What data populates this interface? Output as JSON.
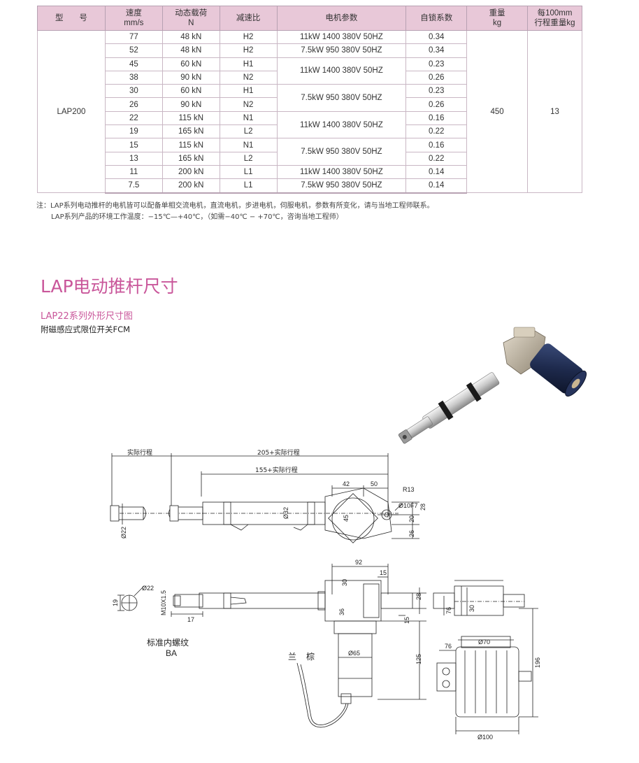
{
  "table": {
    "headers": {
      "model": "型　　号",
      "speed": [
        "速度",
        "mm/s"
      ],
      "load": [
        "动态载荷",
        "N"
      ],
      "ratio": "减速比",
      "motor": "电机参数",
      "lock": "自锁系数",
      "weight": [
        "重量",
        "kg"
      ],
      "stroke_weight": [
        "每100mm",
        "行程重量kg"
      ]
    },
    "model": "LAP200",
    "weight": "450",
    "stroke_weight": "13",
    "rows": [
      {
        "speed": "77",
        "load": "48 kN",
        "ratio": "H2",
        "lock": "0.34"
      },
      {
        "speed": "52",
        "load": "48 kN",
        "ratio": "H2",
        "lock": "0.34"
      },
      {
        "speed": "45",
        "load": "60 kN",
        "ratio": "H1",
        "lock": "0.23"
      },
      {
        "speed": "38",
        "load": "90 kN",
        "ratio": "N2",
        "lock": "0.26"
      },
      {
        "speed": "30",
        "load": "60 kN",
        "ratio": "H1",
        "lock": "0.23"
      },
      {
        "speed": "26",
        "load": "90 kN",
        "ratio": "N2",
        "lock": "0.26"
      },
      {
        "speed": "22",
        "load": "115 kN",
        "ratio": "N1",
        "lock": "0.16"
      },
      {
        "speed": "19",
        "load": "165 kN",
        "ratio": "L2",
        "lock": "0.22"
      },
      {
        "speed": "15",
        "load": "115 kN",
        "ratio": "N1",
        "lock": "0.16"
      },
      {
        "speed": "13",
        "load": "165 kN",
        "ratio": "L2",
        "lock": "0.22"
      },
      {
        "speed": "11",
        "load": "200 kN",
        "ratio": "L1",
        "lock": "0.14"
      },
      {
        "speed": "7.5",
        "load": "200 kN",
        "ratio": "L1",
        "lock": "0.14"
      }
    ],
    "motors": [
      "11kW 1400 380V 50HZ",
      "7.5kW 950 380V 50HZ",
      "11kW 1400 380V 50HZ",
      "7.5kW 950 380V 50HZ",
      "11kW 1400 380V 50HZ",
      "7.5kW 950 380V 50HZ",
      "11kW 1400 380V 50HZ",
      "7.5kW 950 380V 50HZ"
    ]
  },
  "note": {
    "line1": "注：LAP系列电动推杆的电机皆可以配备单相交流电机，直流电机，步进电机，伺服电机，参数有所变化，请与当地工程师联系。",
    "line2": "LAP系列产品的环境工作温度：−15℃—+40℃，（如需−40℃ − +70℃，咨询当地工程师）"
  },
  "section": {
    "title": "LAP电动推杆尺寸",
    "subtitle": "LAP22系列外形尺寸图",
    "desc": "附磁感应式限位开关FCM"
  },
  "drawing": {
    "top_view": {
      "stroke": "实际行程",
      "len205": "205+实际行程",
      "len155": "155+实际行程",
      "d42": "42",
      "d50": "50",
      "r13": "R13",
      "hole": "Ø10F7",
      "d28": "28",
      "d20": "20",
      "d26": "26",
      "d32": "Ø32",
      "d45": "45",
      "d22": "Ø22"
    },
    "side_view": {
      "d92": "92",
      "d15a": "15",
      "d30": "30",
      "d28": "28",
      "d36": "36",
      "d15b": "15",
      "d125": "125",
      "d65": "Ø65",
      "d22": "Ø22",
      "d19": "19",
      "thread": "M10X1.5",
      "d17": "17",
      "thread_title": "标准内螺纹",
      "thread_code": "BA",
      "wire1": "兰",
      "wire2": "棕"
    },
    "end_view": {
      "d76a": "76",
      "d30": "30",
      "d70": "Ø70",
      "d76b": "76",
      "d196": "196",
      "d100": "Ø100"
    }
  },
  "colors": {
    "header_bg": "#e8c8d8",
    "accent": "#c9569a",
    "line": "#222222"
  }
}
